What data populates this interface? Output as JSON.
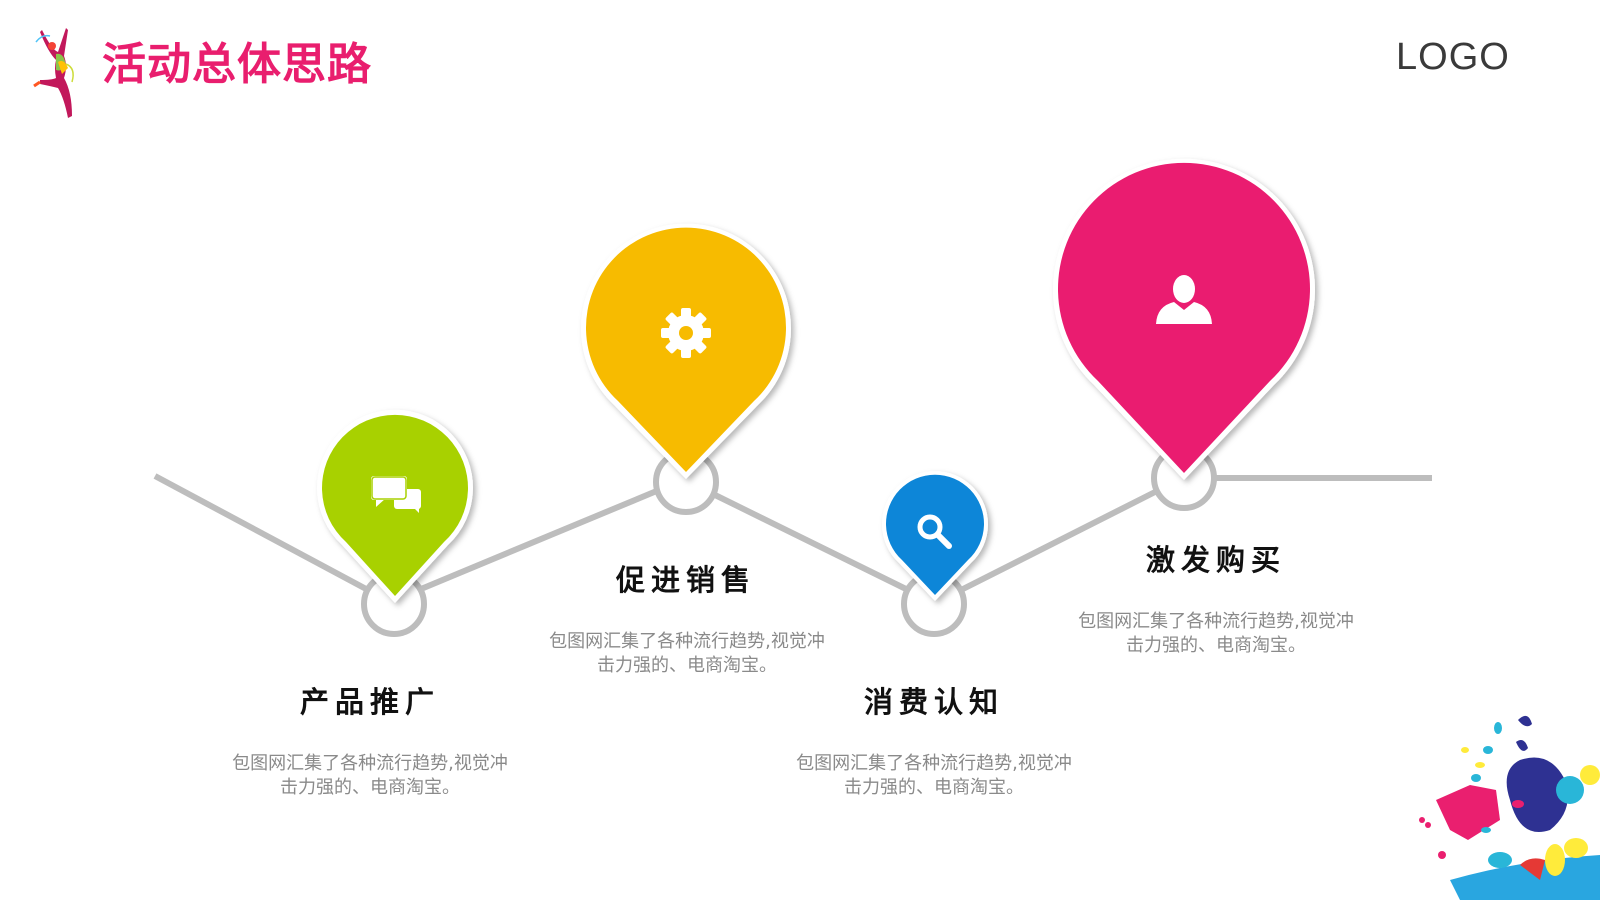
{
  "header": {
    "title": "活动总体思路",
    "logo": "LOGO",
    "title_color": "#e91e6e"
  },
  "stages": [
    {
      "title": "产品推广",
      "desc_line1": "包图网汇集了各种流行趋势,视觉冲",
      "desc_line2": "击力强的、电商淘宝。",
      "icon": "chat-bubbles-icon",
      "color": "#a8d100"
    },
    {
      "title": "促进销售",
      "desc_line1": "包图网汇集了各种流行趋势,视觉冲",
      "desc_line2": "击力强的、电商淘宝。",
      "icon": "gear-icon",
      "color": "#f7bb00"
    },
    {
      "title": "消费认知",
      "desc_line1": "包图网汇集了各种流行趋势,视觉冲",
      "desc_line2": "击力强的、电商淘宝。",
      "icon": "search-icon",
      "color": "#0a86d8"
    },
    {
      "title": "激发购买",
      "desc_line1": "包图网汇集了各种流行趋势,视觉冲",
      "desc_line2": "击力强的、电商淘宝。",
      "icon": "user-icon",
      "color": "#ea1f6f"
    }
  ],
  "colors": {
    "line": "#bdbdbd",
    "text_dark": "#111111",
    "text_muted": "#8a8a8a"
  }
}
